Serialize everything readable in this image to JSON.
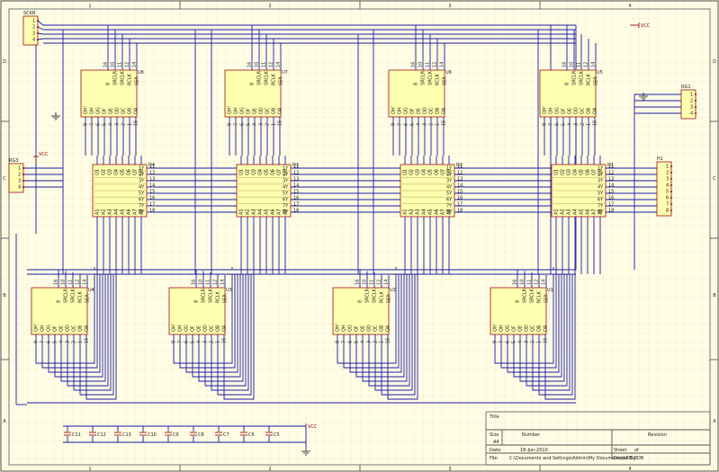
{
  "border": {
    "columns": [
      "1",
      "2",
      "3",
      "4"
    ],
    "rows": [
      "D",
      "C",
      "B",
      "A"
    ]
  },
  "power": {
    "vcc_label": "VCC"
  },
  "chip_pins_in": [
    "8",
    "SRCLR",
    "SRCLK",
    "RCLK",
    "SER"
  ],
  "chip_pins_out": [
    "QH'",
    "QH",
    "QG",
    "QF",
    "QE",
    "QD",
    "QC",
    "QB",
    "QA"
  ],
  "chip_pin_nums_top": [
    "16",
    "10",
    "11",
    "12",
    "14"
  ],
  "chip_pin_nums_bottom": [
    "9",
    "7",
    "6",
    "5",
    "4",
    "3",
    "2",
    "1",
    "15"
  ],
  "top_chips": [
    {
      "ref": "U8"
    },
    {
      "ref": "U7"
    },
    {
      "ref": "U6"
    },
    {
      "ref": "U5"
    }
  ],
  "bottom_chips": [
    {
      "ref": "U4"
    },
    {
      "ref": "U3"
    },
    {
      "ref": "U2"
    },
    {
      "ref": "U1"
    }
  ],
  "mid_pins_left": [
    "Q1",
    "Q2",
    "Q3",
    "Q4",
    "Q5",
    "Q6",
    "Q7",
    "Q8"
  ],
  "mid_pins_left2": [
    "A1",
    "A2",
    "A3",
    "A4",
    "A5",
    "A6",
    "A7",
    "A8"
  ],
  "mid_pins_right": [
    "1Y",
    "2Y",
    "3Y",
    "4Y",
    "5Y",
    "6Y",
    "7Y",
    "8Y"
  ],
  "mid_pins_right_nums": [
    "11",
    "12",
    "13",
    "14",
    "15",
    "16",
    "17",
    "18"
  ],
  "mid_chips": [
    {
      "ref": "D4"
    },
    {
      "ref": "D3"
    },
    {
      "ref": "D2"
    },
    {
      "ref": "D1"
    }
  ],
  "connectors": {
    "top_left": {
      "ref": "SCKB",
      "pins": [
        "1",
        "2",
        "3",
        "4"
      ]
    },
    "left": {
      "ref": "RG3",
      "pins": [
        "1",
        "2",
        "3",
        "4"
      ]
    },
    "right_top": {
      "ref": "RG1",
      "pins": [
        "1",
        "2",
        "3",
        "4"
      ]
    },
    "right_mid": {
      "ref": "H1",
      "pins": [
        "1",
        "2",
        "3",
        "4",
        "5",
        "6",
        "7",
        "8"
      ]
    }
  },
  "capacitors": [
    "C11",
    "C12",
    "C13",
    "C10",
    "C9",
    "C8",
    "C7",
    "C6",
    "C5"
  ],
  "title_block": {
    "title_label": "Title",
    "size_label": "Size",
    "size_value": "A4",
    "number_label": "Number",
    "revision_label": "Revision",
    "date_label": "Date:",
    "date_value": "18-Jun-2010",
    "sheet_label": "Sheet",
    "of_label": "of",
    "file_label": "File:",
    "file_value": "C:\\Documents and Settings\\Admin\\My Documents\\LED.DDB",
    "drawn_label": "Drawn By:"
  }
}
